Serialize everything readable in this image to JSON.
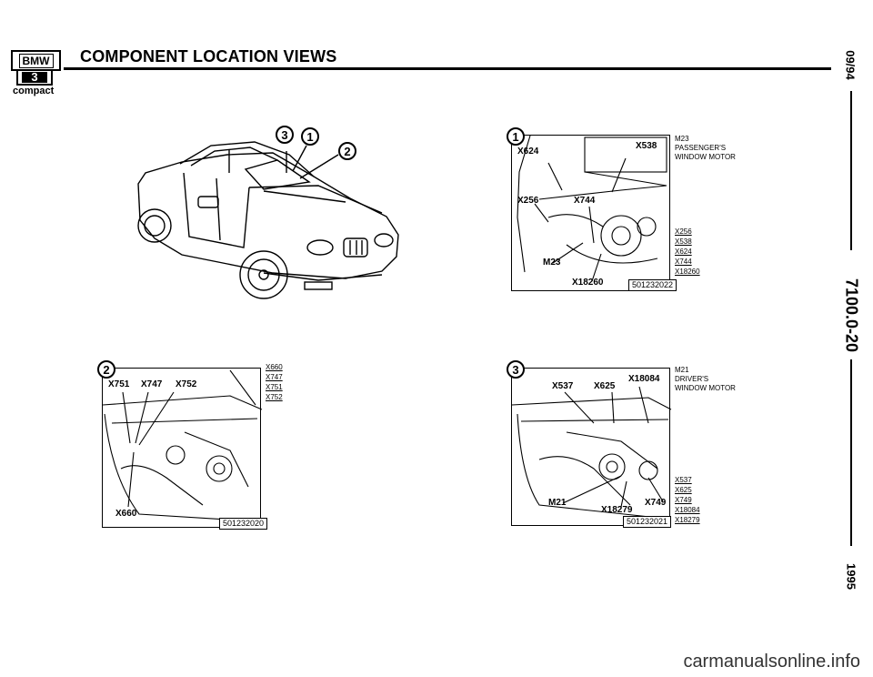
{
  "header": {
    "brand": "BMW",
    "series": "3",
    "model_line": "compact",
    "title": "COMPONENT LOCATION VIEWS"
  },
  "edge": {
    "date": "09/94",
    "section": "7100.0-20",
    "year": "1995"
  },
  "overview": {
    "callouts": [
      "3",
      "1",
      "2"
    ]
  },
  "fig1": {
    "callout": "1",
    "labels": [
      "X624",
      "X538",
      "X256",
      "X744",
      "M23",
      "X18260"
    ],
    "fig_number": "501232022",
    "caption": [
      "M23",
      "PASSENGER'S",
      "WINDOW MOTOR"
    ],
    "connectors": [
      "X256",
      "X538",
      "X624",
      "X744",
      "X18260"
    ]
  },
  "fig2": {
    "callout": "2",
    "labels": [
      "X751",
      "X747",
      "X752",
      "X660"
    ],
    "fig_number": "501232020",
    "connectors": [
      "X660",
      "X747",
      "X751",
      "X752"
    ]
  },
  "fig3": {
    "callout": "3",
    "labels": [
      "X537",
      "X625",
      "X18084",
      "M21",
      "X18279",
      "X749"
    ],
    "fig_number": "501232021",
    "caption": [
      "M21",
      "DRIVER'S",
      "WINDOW MOTOR"
    ],
    "connectors": [
      "X537",
      "X625",
      "X749",
      "X18084",
      "X18279"
    ]
  },
  "watermark": "carmanualsonline.info"
}
